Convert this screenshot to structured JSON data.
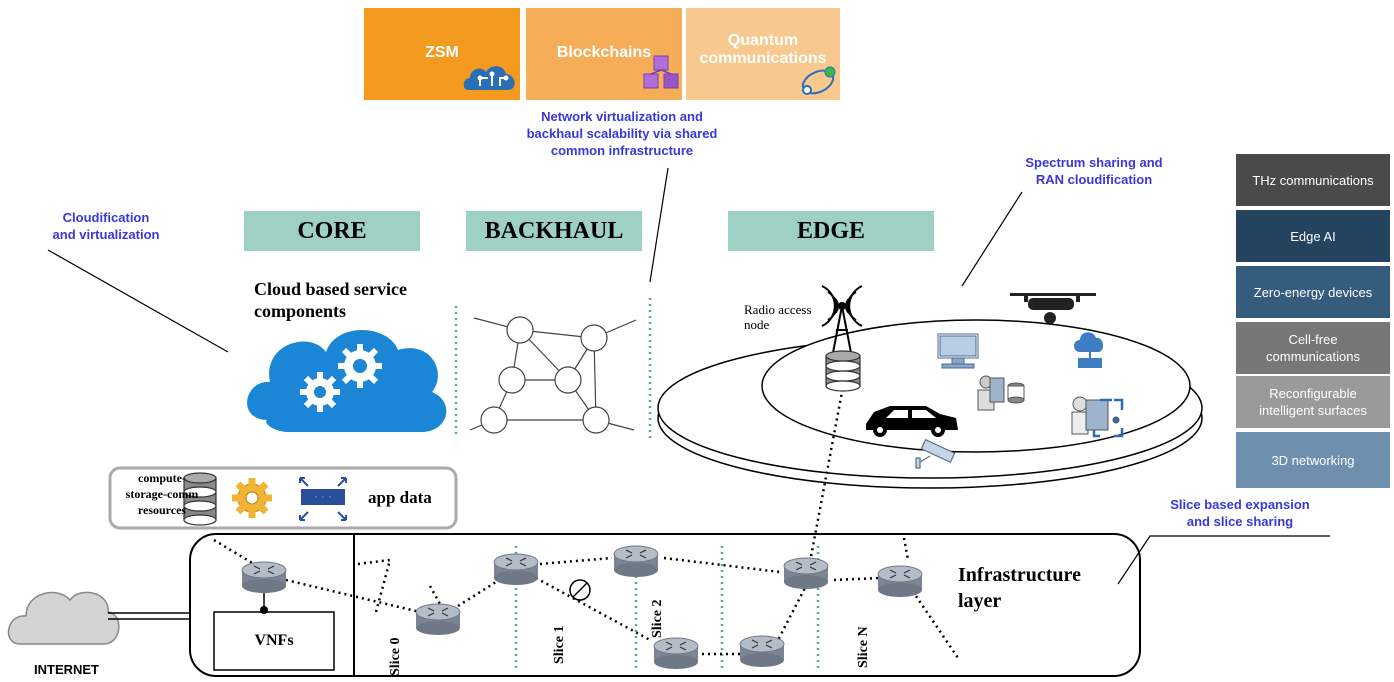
{
  "top_boxes": {
    "zsm": "ZSM",
    "blockchains": "Blockchains",
    "quantum_line1": "Quantum",
    "quantum_line2": "communications"
  },
  "notes": {
    "network_virtualization": [
      "Network virtualization and",
      "backhaul scalability via shared",
      "common infrastructure"
    ],
    "spectrum_sharing": [
      "Spectrum sharing and",
      "RAN cloudification"
    ],
    "cloudification": [
      "Cloudification",
      "and virtualization"
    ],
    "slice_based": [
      "Slice based expansion",
      "and slice sharing"
    ]
  },
  "layers": {
    "core": "CORE",
    "backhaul": "BACKHAUL",
    "edge": "EDGE"
  },
  "cloud_service": [
    "Cloud based service",
    "components"
  ],
  "radio_access": [
    "Radio access",
    "node"
  ],
  "resources": {
    "compute": [
      "compute-",
      "storage-comm",
      "resources"
    ],
    "app_data": "app data"
  },
  "infrastructure": [
    "Infrastructure",
    "layer"
  ],
  "vnfs": "VNFs",
  "internet": "INTERNET",
  "slices": [
    "Slice 0",
    "Slice 1",
    "Slice 2",
    "Slice N"
  ],
  "side_panel": [
    {
      "label": "THz communications",
      "color": "#4a4a4a"
    },
    {
      "label": "Edge AI",
      "color": "#24435f"
    },
    {
      "label": "Zero-energy devices",
      "color": "#355b7d"
    },
    {
      "label": "Cell-free communications",
      "color": "#777777"
    },
    {
      "label": "Reconfigurable intelligent surfaces",
      "color": "#9a9a9a"
    },
    {
      "label": "3D networking",
      "color": "#6f8fae"
    }
  ],
  "colors": {
    "zsm": "#f39a1f",
    "blockchains": "#f5ae57",
    "quantum": "#f8c98f",
    "layer_head": "#9fd0c4",
    "note_blue": "#3a37d8",
    "cloud_blue": "#1c86d6"
  }
}
